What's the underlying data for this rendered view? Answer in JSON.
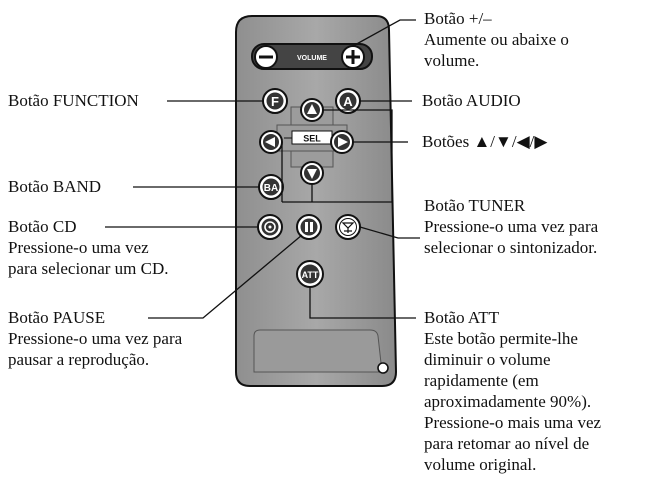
{
  "remote": {
    "volume_label": "VOLUME",
    "function_glyph": "F",
    "audio_glyph": "A",
    "sel_label": "SEL",
    "band_glyph": "BA",
    "att_glyph": "ATT"
  },
  "labels": {
    "volume_title": "Botão +/–",
    "volume_desc": [
      "Aumente ou abaixe o",
      "volume."
    ],
    "function_title": "Botão FUNCTION",
    "audio_title": "Botão AUDIO",
    "arrows_title": "Botões ▲/▼/◀/▶",
    "band_title": "Botão BAND",
    "tuner_title": "Botão TUNER",
    "tuner_desc": [
      "Pressione-o uma vez para",
      "selecionar o sintonizador."
    ],
    "cd_title": "Botão CD",
    "cd_desc": [
      "Pressione-o uma vez",
      "para selecionar um CD."
    ],
    "pause_title": "Botão PAUSE",
    "pause_desc": [
      "Pressione-o uma vez para",
      "pausar a reprodução."
    ],
    "att_title": "Botão ATT",
    "att_desc": [
      "Este botão permite-lhe",
      "diminuir o volume",
      "rapidamente (em",
      "aproximadamente 90%).",
      "Pressione-o mais uma vez",
      "para retomar ao nível de",
      "volume original."
    ]
  }
}
